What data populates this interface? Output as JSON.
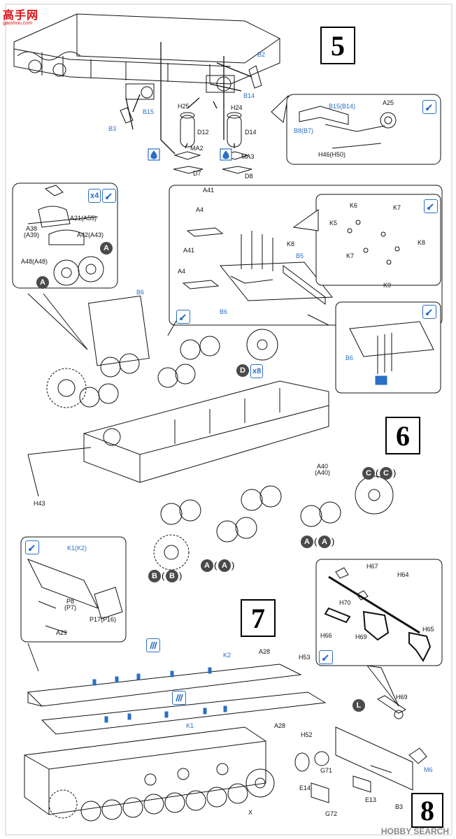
{
  "logo": {
    "title": "高手网",
    "subtitle": "gaoshou.com"
  },
  "watermark": "HOBBY SEARCH",
  "steps": [
    "5",
    "6",
    "7",
    "8"
  ],
  "parts": {
    "step5": [
      "B2",
      "B14",
      "B15",
      "B3",
      "H25",
      "H24",
      "D12",
      "D14",
      "MA2",
      "MA3",
      "D7",
      "D8",
      "B15(B14)",
      "A25",
      "B8(B7)",
      "H46(H50)"
    ],
    "step6": [
      "A41",
      "A4",
      "A41",
      "A4",
      "B6",
      "K6",
      "K7",
      "K5",
      "K8",
      "K7",
      "K8",
      "K9",
      "B5",
      "B6",
      "B6",
      "A38\n(A39)",
      "A21(A55)",
      "A42(A43)",
      "A48(A48)",
      "A40\n(A40)",
      "H43"
    ],
    "step7": [
      "K1(K2)",
      "P8\n(P7)",
      "P17(P16)",
      "A29",
      "K2",
      "A28",
      "H53",
      "K1",
      "A28",
      "H52",
      "X"
    ],
    "step8": [
      "H67",
      "H64",
      "H70",
      "H66",
      "H69",
      "H65",
      "H69",
      "G71",
      "E14",
      "M6",
      "B3",
      "E13",
      "G72"
    ]
  },
  "badges": {
    "A": "A",
    "B": "B",
    "C": "C",
    "D": "D",
    "L": "L",
    "x4": "x4",
    "x8": "x8"
  }
}
